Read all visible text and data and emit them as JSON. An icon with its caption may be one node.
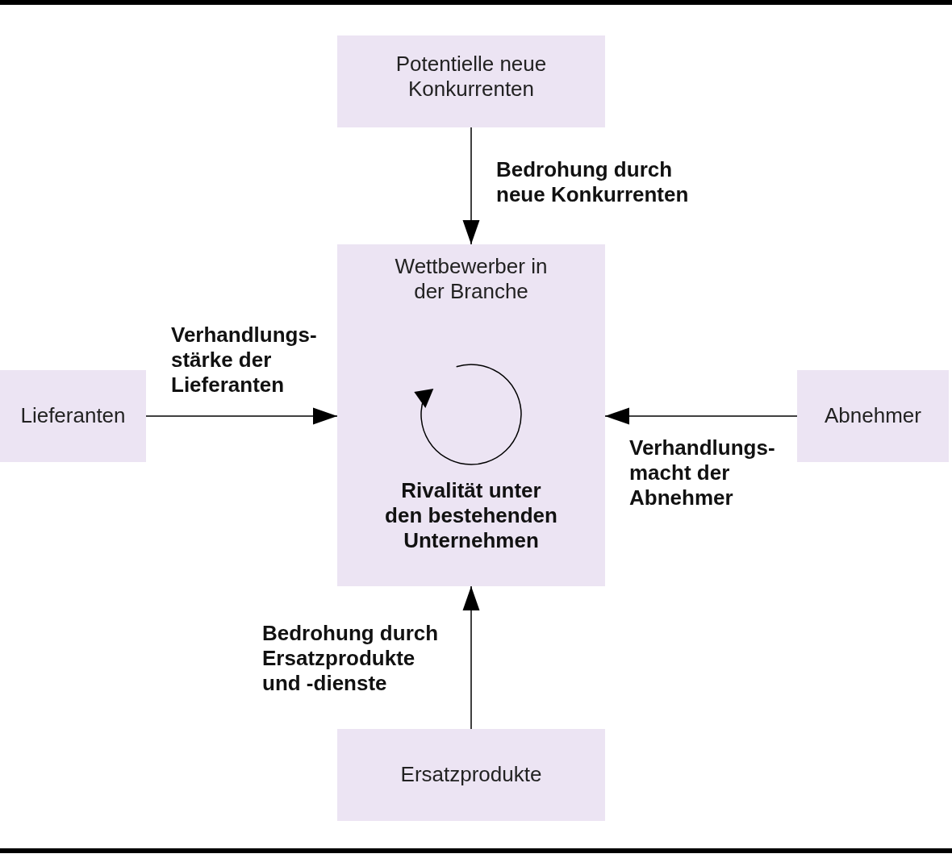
{
  "diagram": {
    "nodes": [
      {
        "text": [
          "Potentielle neue Konkurrenten"
        ]
      },
      {
        "text": [
          "Wettbewerber in der Branche",
          "Rivalität unter den bestehenden Unternehmen"
        ]
      },
      {
        "text": [
          "Lieferanten"
        ]
      },
      {
        "text": [
          "Abnehmer"
        ]
      },
      {
        "text": [
          "Ersatzprodukte"
        ]
      }
    ],
    "edges": [
      {
        "from": 0,
        "to": 1,
        "arrow": "to",
        "label": "Bedrohung durch neue Konkurrenten"
      },
      {
        "from": 2,
        "to": 1,
        "arrow": "to",
        "label": "Verhandlungs- stärke der Lieferanten"
      },
      {
        "from": 3,
        "to": 1,
        "arrow": "to",
        "label": "Verhandlungs- macht der Abnehmer"
      },
      {
        "from": 4,
        "to": 1,
        "arrow": "to",
        "label": "Bedrohung durch Ersatzprodukte und -dienste"
      }
    ]
  }
}
